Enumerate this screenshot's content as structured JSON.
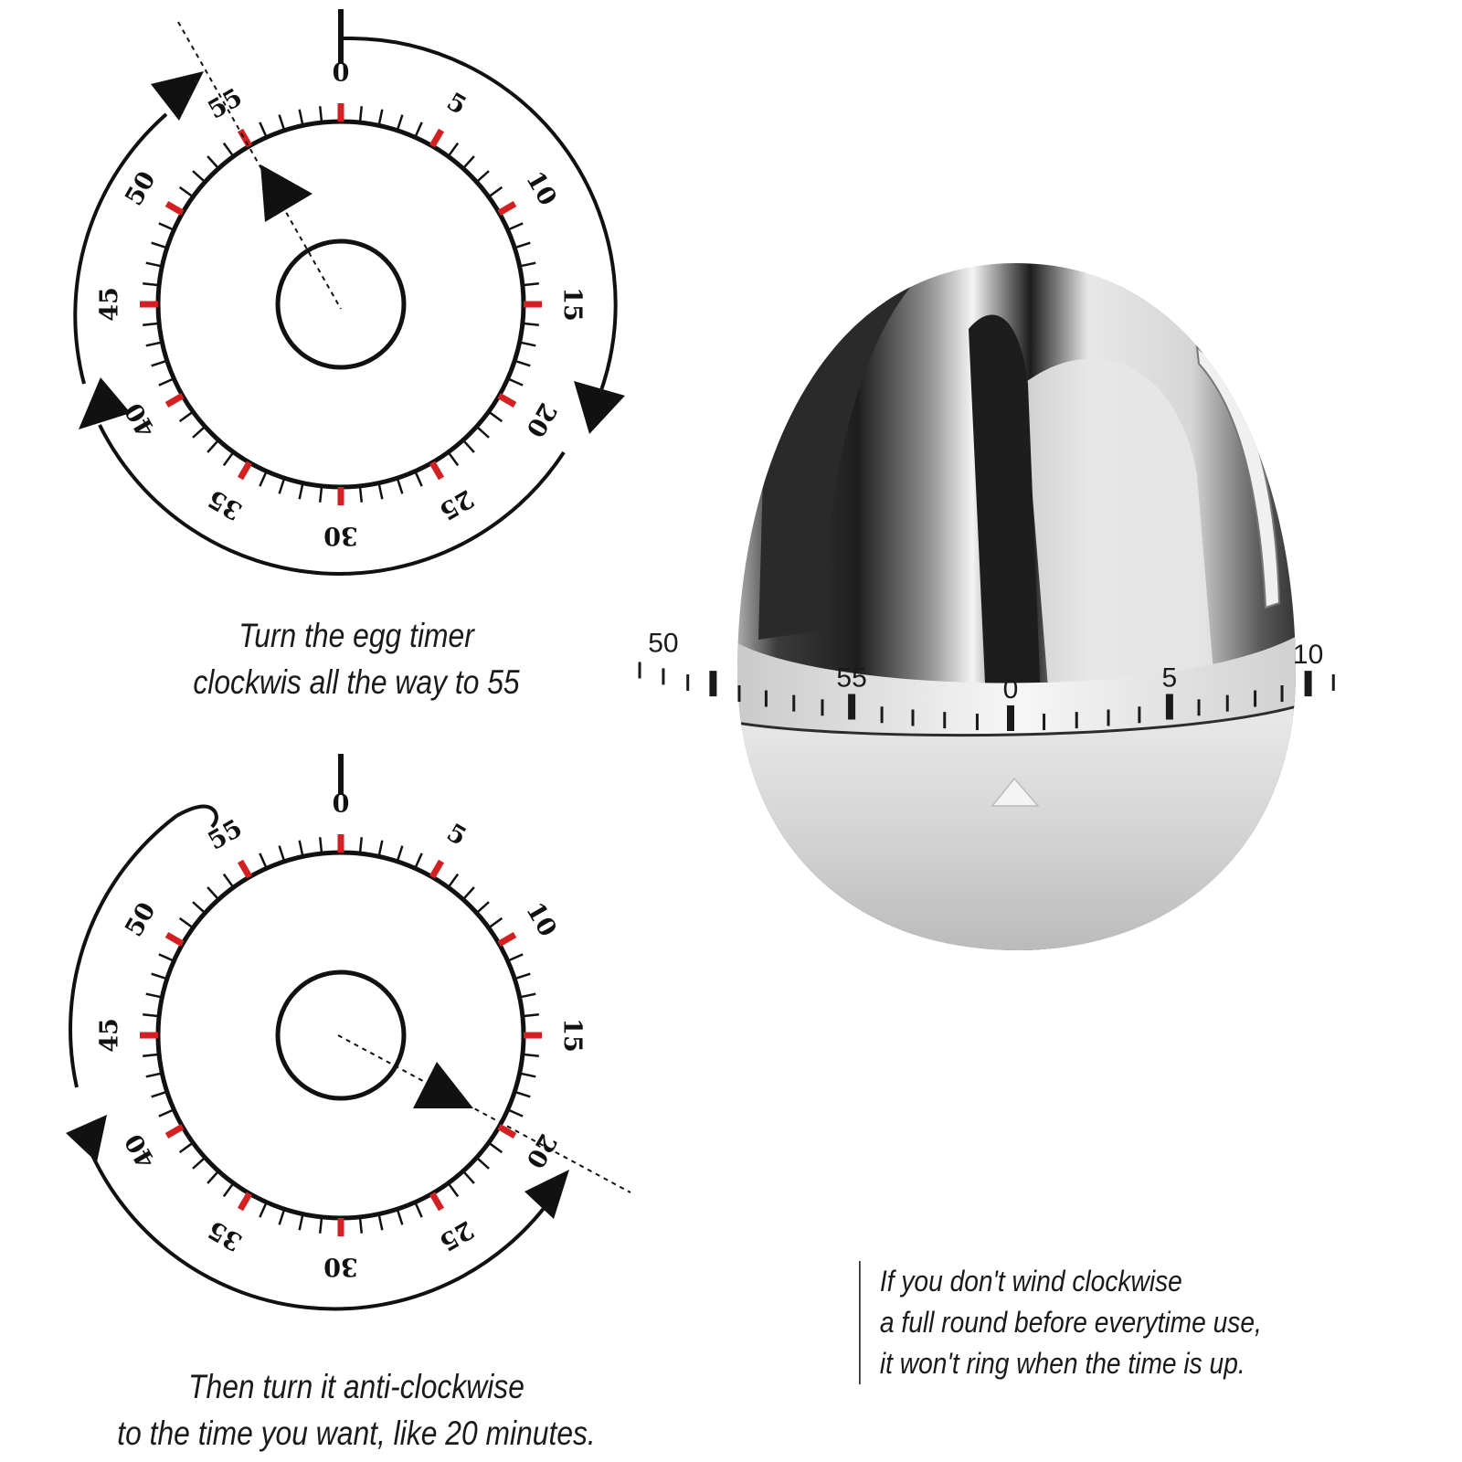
{
  "step1": {
    "lines": [
      "Turn the egg timer",
      "clockwis all the way to 55"
    ],
    "dial_labels": [
      "0",
      "5",
      "10",
      "15",
      "20",
      "25",
      "30",
      "35",
      "40",
      "45",
      "50",
      "55"
    ]
  },
  "step2": {
    "lines": [
      "Then turn it anti-clockwise",
      "to the time you want, like 20 minutes."
    ],
    "dial_labels": [
      "0",
      "5",
      "10",
      "15",
      "20",
      "25",
      "30",
      "35",
      "40",
      "45",
      "50",
      "55"
    ]
  },
  "egg_timer": {
    "scale_labels": [
      "50",
      "55",
      "0",
      "5",
      "10"
    ]
  },
  "note": {
    "lines": [
      "If you don't wind clockwise",
      "a full round before everytime use,",
      "it won't ring when the time is up."
    ]
  },
  "colors": {
    "tick_major": "#d42020",
    "ink": "#111111"
  }
}
